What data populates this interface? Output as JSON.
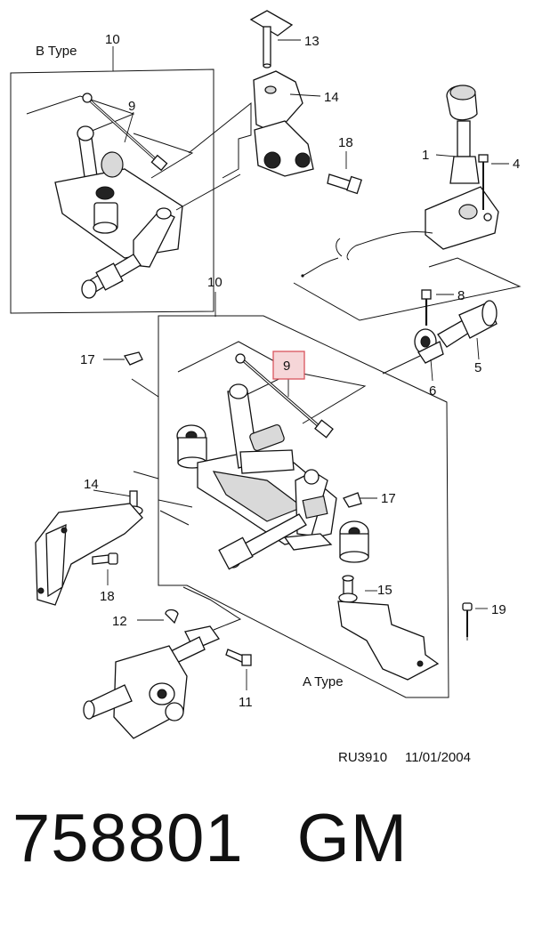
{
  "callouts": {
    "b_type": "B Type",
    "a_type": "A Type",
    "c1": "1",
    "c4": "4",
    "c5": "5",
    "c6": "6",
    "c8": "8",
    "c9_b": "9",
    "c9_a": "9",
    "c10_b": "10",
    "c10_a": "10",
    "c11": "11",
    "c12": "12",
    "c13": "13",
    "c14_top": "14",
    "c14_left": "14",
    "c15": "15",
    "c17_top": "17",
    "c17_right": "17",
    "c18_top": "18",
    "c18_left": "18",
    "c19": "19"
  },
  "footer": {
    "ref_code": "RU3910",
    "date": "11/01/2004",
    "part_number": "758801",
    "brand": "GM"
  },
  "colors": {
    "highlight_fill": "#f6d6d8",
    "highlight_stroke": "#d9545e",
    "line": "#111111"
  }
}
